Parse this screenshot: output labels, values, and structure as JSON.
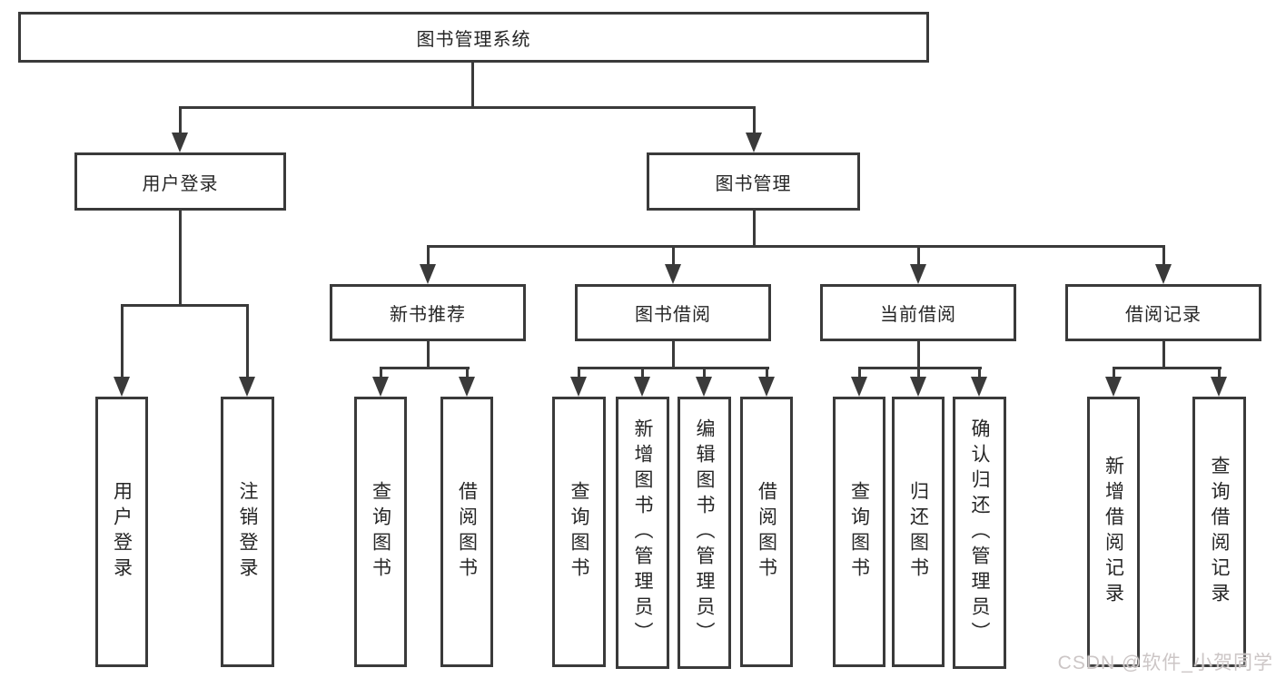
{
  "tree": {
    "label": "图书管理系统",
    "children": [
      {
        "label": "用户登录",
        "children": [
          {
            "label": "用户登录"
          },
          {
            "label": "注销登录"
          }
        ]
      },
      {
        "label": "图书管理",
        "children": [
          {
            "label": "新书推荐",
            "children": [
              {
                "label": "查询图书"
              },
              {
                "label": "借阅图书"
              }
            ]
          },
          {
            "label": "图书借阅",
            "children": [
              {
                "label": "查询图书"
              },
              {
                "label": "新增图书（管理员）"
              },
              {
                "label": "编辑图书（管理员）"
              },
              {
                "label": "借阅图书"
              }
            ]
          },
          {
            "label": "当前借阅",
            "children": [
              {
                "label": "查询图书"
              },
              {
                "label": "归还图书"
              },
              {
                "label": "确认归还（管理员）"
              }
            ]
          },
          {
            "label": "借阅记录",
            "children": [
              {
                "label": "新增借阅记录"
              },
              {
                "label": "查询借阅记录"
              }
            ]
          }
        ]
      }
    ]
  },
  "watermark": {
    "text": "CSDN @软件_小贺同学"
  },
  "colors": {
    "line": "#3a3a3a",
    "text": "#262626",
    "bg": "#ffffff",
    "watermark": "#ccc6c6"
  }
}
